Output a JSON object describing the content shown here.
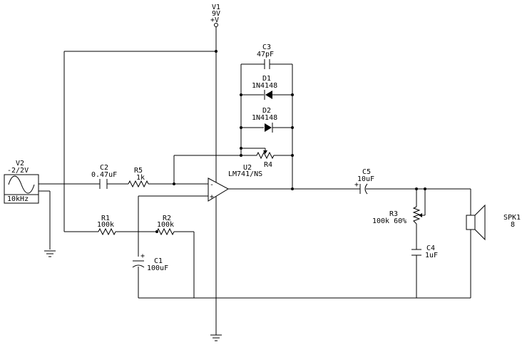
{
  "v1": {
    "ref": "V1",
    "value": "9V",
    "plus": "+V"
  },
  "v2": {
    "ref": "V2",
    "value": "-2/2V",
    "freq": "10kHz"
  },
  "c1": {
    "ref": "C1",
    "value": "100uF",
    "pol": "+"
  },
  "c2": {
    "ref": "C2",
    "value": "0.47uF"
  },
  "c3": {
    "ref": "C3",
    "value": "47pF"
  },
  "c4": {
    "ref": "C4",
    "value": "1uF"
  },
  "c5": {
    "ref": "C5",
    "value": "10uF",
    "pol": "+"
  },
  "r1": {
    "ref": "R1",
    "value": "100k"
  },
  "r2": {
    "ref": "R2",
    "value": "100k"
  },
  "r3": {
    "ref": "R3",
    "value": "100k 60%"
  },
  "r4": {
    "ref": "R4"
  },
  "r5": {
    "ref": "R5",
    "value": "1k"
  },
  "d1": {
    "ref": "D1",
    "value": "1N4148"
  },
  "d2": {
    "ref": "D2",
    "value": "1N4148"
  },
  "u2": {
    "ref": "U2",
    "value": "LM741/NS",
    "minus": "-",
    "plus": "+"
  },
  "spk1": {
    "ref": "SPK1",
    "value": "8"
  }
}
